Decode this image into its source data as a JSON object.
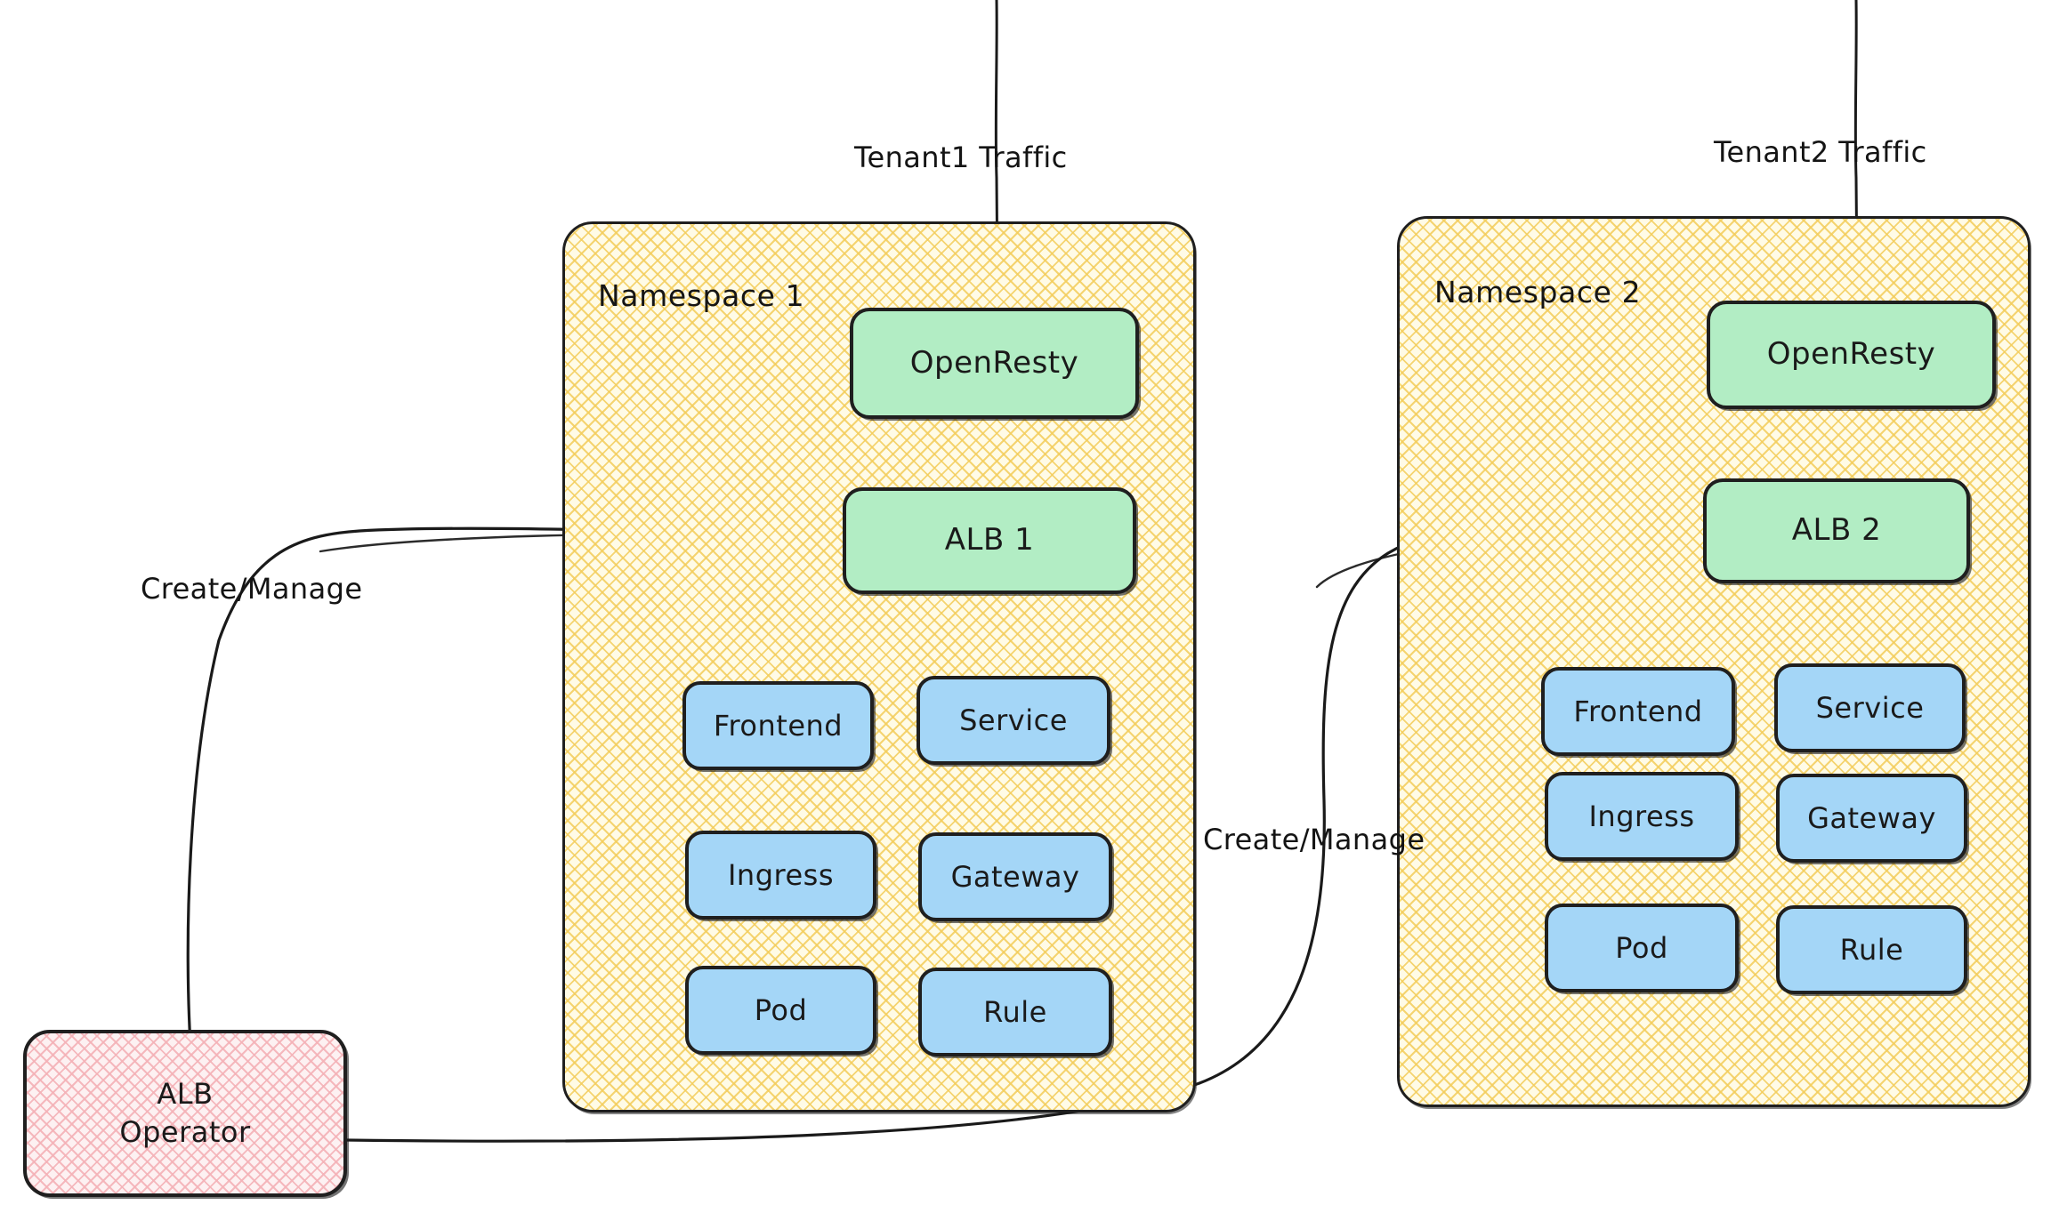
{
  "diagram": {
    "title": "ALB Operator multi-tenant namespace architecture",
    "colors": {
      "namespace_fill": "#fffbe6",
      "namespace_hatch": "#f3cd5c",
      "alb_fill": "#b2edc4",
      "resource_fill": "#a4d6f7",
      "operator_fill": "#fdf1f2",
      "operator_hatch": "#f4b2b7",
      "stroke": "#1f1f1f",
      "background": "#ffffff"
    },
    "traffic_labels": [
      {
        "id": "tenant1-traffic",
        "text": "Tenant1 Traffic"
      },
      {
        "id": "tenant2-traffic",
        "text": "Tenant2 Traffic"
      }
    ],
    "edge_labels": [
      {
        "id": "create-manage-1",
        "text": "Create/Manage"
      },
      {
        "id": "create-manage-2",
        "text": "Create/Manage"
      }
    ],
    "operator": {
      "id": "alb-operator",
      "line1": "ALB",
      "line2": "Operator"
    },
    "namespaces": [
      {
        "id": "namespace-1",
        "label": "Namespace 1",
        "gateway_node": {
          "id": "openresty-1",
          "label": "OpenResty"
        },
        "alb_node": {
          "id": "alb-1",
          "label": "ALB 1"
        },
        "resources": [
          {
            "id": "frontend-1",
            "label": "Frontend"
          },
          {
            "id": "service-1",
            "label": "Service"
          },
          {
            "id": "ingress-1",
            "label": "Ingress"
          },
          {
            "id": "gateway-1",
            "label": "Gateway"
          },
          {
            "id": "pod-1",
            "label": "Pod"
          },
          {
            "id": "rule-1",
            "label": "Rule"
          }
        ]
      },
      {
        "id": "namespace-2",
        "label": "Namespace 2",
        "gateway_node": {
          "id": "openresty-2",
          "label": "OpenResty"
        },
        "alb_node": {
          "id": "alb-2",
          "label": "ALB 2"
        },
        "resources": [
          {
            "id": "frontend-2",
            "label": "Frontend"
          },
          {
            "id": "service-2",
            "label": "Service"
          },
          {
            "id": "ingress-2",
            "label": "Ingress"
          },
          {
            "id": "gateway-2",
            "label": "Gateway"
          },
          {
            "id": "pod-2",
            "label": "Pod"
          },
          {
            "id": "rule-2",
            "label": "Rule"
          }
        ]
      }
    ]
  }
}
